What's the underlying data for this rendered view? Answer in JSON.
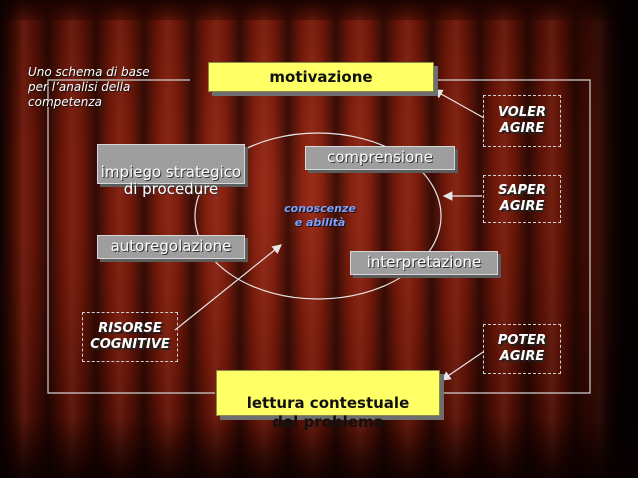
{
  "intro_label": "Uno schema di base\nper l’analisi della\ncompetenza",
  "top_box": "motivazione",
  "bottom_box": "lettura contestuale\ndel problema",
  "center": "conoscenze\ne abilità",
  "nodes": {
    "impiego": "impiego strategico\ndi procedure",
    "comprensione": "comprensione",
    "autoregolazione": "autoregolazione",
    "interpretazione": "interpretazione"
  },
  "side": {
    "voler": "VOLER\nAGIRE",
    "saper": "SAPER\nAGIRE",
    "poter": "POTER\nAGIRE",
    "risorse": "RISORSE\nCOGNITIVE"
  },
  "colors": {
    "yellow_box": "#ffff66",
    "grey_box": "#9e9e9e",
    "center_text": "#7fa0ff",
    "connector": "#e6e6e6"
  }
}
